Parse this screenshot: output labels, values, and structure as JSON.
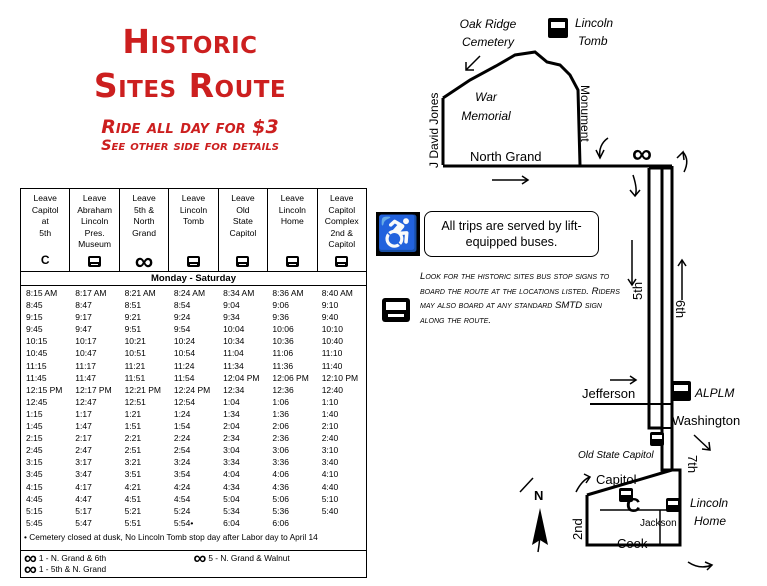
{
  "title_line1": "Historic",
  "title_line2": "Sites Route",
  "subtitle": "Ride all day for $3",
  "subtitle2": "See other side for details",
  "schedule": {
    "headers": [
      {
        "label": "Leave\nCapitol\nat\n5th",
        "symbol": "C"
      },
      {
        "label": "Leave\nAbraham\nLincoln\nPres.\nMuseum",
        "symbol": "bus"
      },
      {
        "label": "Leave\n5th &\nNorth\nGrand",
        "symbol": "∞"
      },
      {
        "label": "Leave\nLincoln\nTomb",
        "symbol": "bus"
      },
      {
        "label": "Leave\nOld\nState\nCapitol",
        "symbol": "bus"
      },
      {
        "label": "Leave\nLincoln\nHome",
        "symbol": "bus"
      },
      {
        "label": "Leave\nCapitol\nComplex\n2nd &\nCapitol",
        "symbol": "bus"
      }
    ],
    "day_label": "Monday - Saturday",
    "rows": [
      [
        "8:15 AM",
        "8:17 AM",
        "8:21 AM",
        "8:24 AM",
        "8:34 AM",
        "8:36 AM",
        "8:40 AM"
      ],
      [
        "8:45",
        "8:47",
        "8:51",
        "8:54",
        "9:04",
        "9:06",
        "9:10"
      ],
      [
        "9:15",
        "9:17",
        "9:21",
        "9:24",
        "9:34",
        "9:36",
        "9:40"
      ],
      [
        "9:45",
        "9:47",
        "9:51",
        "9:54",
        "10:04",
        "10:06",
        "10:10"
      ],
      [
        "10:15",
        "10:17",
        "10:21",
        "10:24",
        "10:34",
        "10:36",
        "10:40"
      ],
      [
        "10:45",
        "10:47",
        "10:51",
        "10:54",
        "11:04",
        "11:06",
        "11:10"
      ],
      [
        "11:15",
        "11:17",
        "11:21",
        "11:24",
        "11:34",
        "11:36",
        "11:40"
      ],
      [
        "11:45",
        "11:47",
        "11:51",
        "11:54",
        "12:04 PM",
        "12:06 PM",
        "12:10 PM"
      ],
      [
        "12:15 PM",
        "12:17 PM",
        "12:21 PM",
        "12:24 PM",
        "12:34",
        "12:36",
        "12:40"
      ],
      [
        "12:45",
        "12:47",
        "12:51",
        "12:54",
        "1:04",
        "1:06",
        "1:10"
      ],
      [
        "1:15",
        "1:17",
        "1:21",
        "1:24",
        "1:34",
        "1:36",
        "1:40"
      ],
      [
        "1:45",
        "1:47",
        "1:51",
        "1:54",
        "2:04",
        "2:06",
        "2:10"
      ],
      [
        "2:15",
        "2:17",
        "2:21",
        "2:24",
        "2:34",
        "2:36",
        "2:40"
      ],
      [
        "2:45",
        "2:47",
        "2:51",
        "2:54",
        "3:04",
        "3:06",
        "3:10"
      ],
      [
        "3:15",
        "3:17",
        "3:21",
        "3:24",
        "3:34",
        "3:36",
        "3:40"
      ],
      [
        "3:45",
        "3:47",
        "3:51",
        "3:54",
        "4:04",
        "4:06",
        "4:10"
      ],
      [
        "4:15",
        "4:17",
        "4:21",
        "4:24",
        "4:34",
        "4:36",
        "4:40"
      ],
      [
        "4:45",
        "4:47",
        "4:51",
        "4:54",
        "5:04",
        "5:06",
        "5:10"
      ],
      [
        "5:15",
        "5:17",
        "5:21",
        "5:24",
        "5:34",
        "5:36",
        "5:40"
      ],
      [
        "5:45",
        "5:47",
        "5:51",
        "5:54•",
        "6:04",
        "6:06",
        ""
      ]
    ],
    "footnote": "• Cemetery closed at dusk, No Lincoln Tomb stop day after Labor day to April 14",
    "legend": [
      {
        "symbol": "∞",
        "text": "1 - N. Grand & 6th"
      },
      {
        "symbol": "∞",
        "text": "5 - N. Grand & Walnut"
      },
      {
        "symbol": "∞",
        "text": "1 - 5th & N. Grand"
      }
    ]
  },
  "lift_text": "All trips are served by lift-equipped buses.",
  "look_text": "Look for the historic sites bus stop signs to board the route at the locations listed. Riders may also board at any standard SMTD sign along the route.",
  "map": {
    "labels": {
      "oak_ridge": [
        "Oak Ridge",
        "Cemetery"
      ],
      "lincoln_tomb": [
        "Lincoln",
        "Tomb"
      ],
      "war_memorial": [
        "War",
        "Memorial"
      ],
      "j_david_jones": "J David Jones",
      "monument": "Monument",
      "north_grand": "North Grand",
      "fifth": "5th",
      "sixth": "6th",
      "jefferson": "Jefferson",
      "alplm": "ALPLM",
      "washington": "Washington",
      "old_state_capitol": "Old State Capitol",
      "capitol": "Capitol",
      "seventh": "7th",
      "lincoln_home": [
        "Lincoln",
        "Home"
      ],
      "jackson": "Jackson",
      "cook": "Cook",
      "second": "2nd",
      "north": "N",
      "capitol_symbol": "C",
      "infinity": "∞"
    }
  }
}
